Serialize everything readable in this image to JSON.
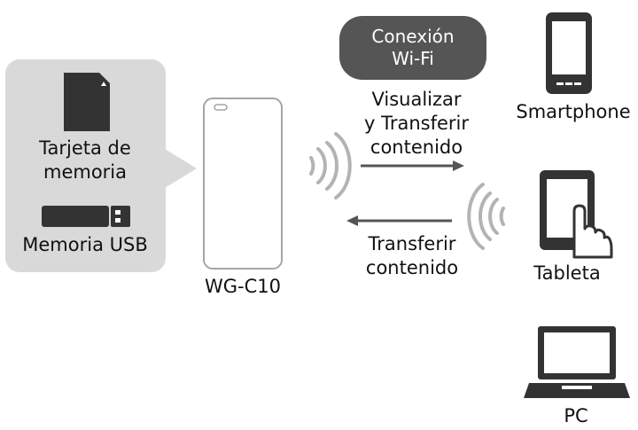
{
  "storage": {
    "sd_card_label_line1": "Tarjeta de",
    "sd_card_label_line2": "memoria",
    "usb_label": "Memoria USB"
  },
  "hub": {
    "label": "WG-C10"
  },
  "connection": {
    "line1": "Conexión",
    "line2": "Wi-Fi"
  },
  "flow_to_devices": {
    "line1": "Visualizar",
    "line2": "y Transferir",
    "line3": "contenido"
  },
  "flow_from_devices": {
    "line1": "Transferir",
    "line2": "contenido"
  },
  "devices": {
    "smartphone": "Smartphone",
    "tablet": "Tableta",
    "pc": "PC"
  },
  "colors": {
    "panel": "#d9d9d9",
    "icon": "#333333",
    "hub_outline": "#a6a6a6",
    "wifi_waves": "#b3b3b3",
    "arrow": "#555555",
    "pill": "#555555"
  }
}
